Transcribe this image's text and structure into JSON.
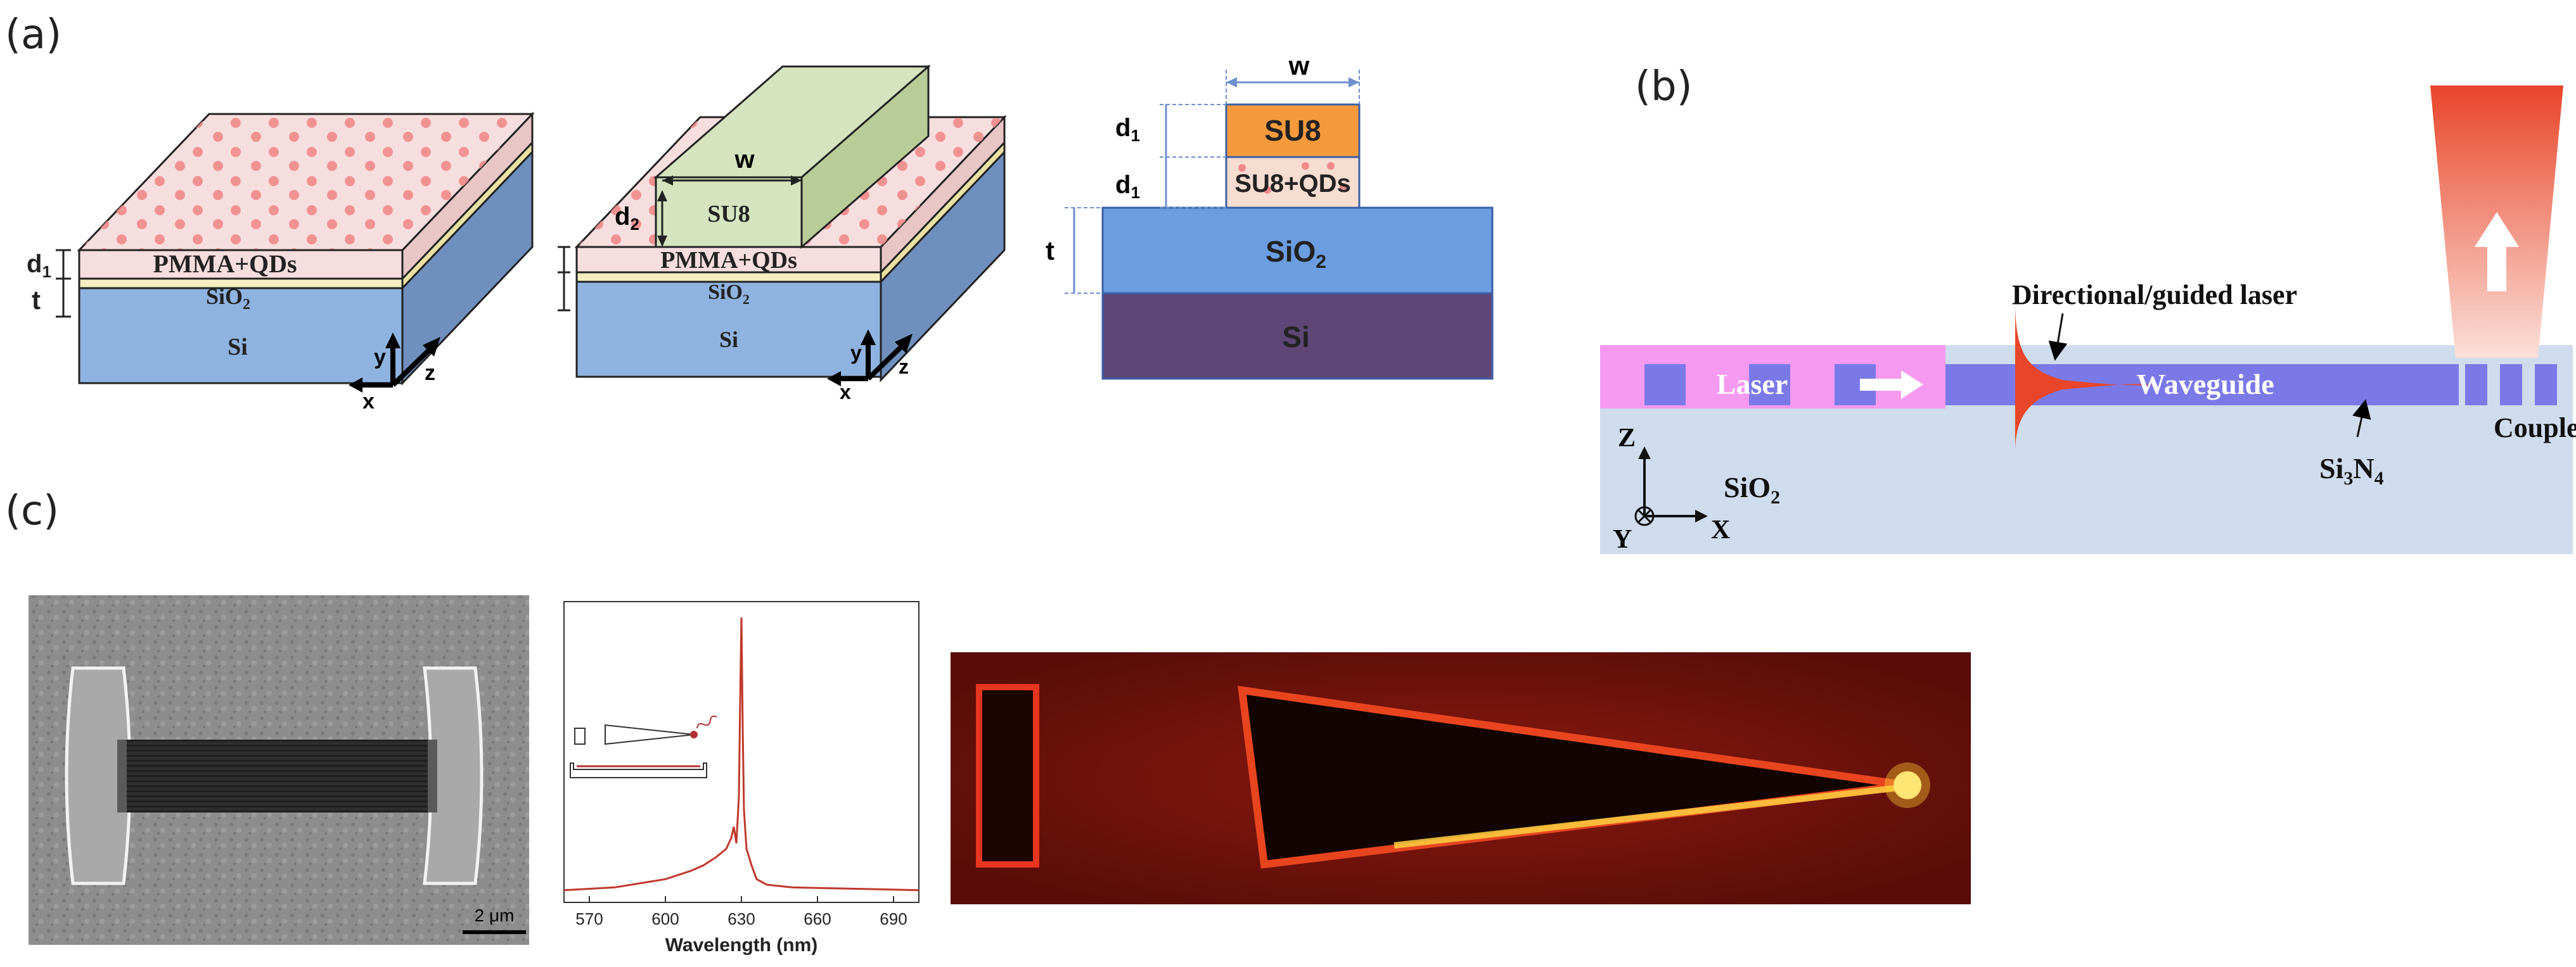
{
  "panels": {
    "a": {
      "label": "(a)"
    },
    "b": {
      "label": "(b)"
    },
    "c": {
      "label": "(c)"
    }
  },
  "stack1": {
    "top_layer": "PMMA+QDs",
    "middle_layer": "SiO2",
    "middle_sub": "2",
    "middle_base": "SiO",
    "bottom_layer": "Si",
    "d_label": "d",
    "d_sub": "1",
    "t_label": "t",
    "axis_x": "x",
    "axis_y": "y",
    "axis_z": "z"
  },
  "stack2": {
    "ridge_layer": "SU8",
    "w_label": "w",
    "d_label": "d",
    "d_sub": "2",
    "top_layer": "PMMA+QDs",
    "middle_base": "SiO",
    "middle_sub": "2",
    "bottom_layer": "Si",
    "axis_x": "x",
    "axis_y": "y",
    "axis_z": "z"
  },
  "cross_section": {
    "w_label": "w",
    "top": "SU8",
    "mid": "SU8+QDs",
    "substrate_base": "SiO",
    "substrate_sub": "2",
    "bottom": "Si",
    "d_label": "d",
    "d_sub": "1",
    "t_label": "t"
  },
  "panel_b": {
    "annotation": "Directional/guided laser",
    "laser": "Laser",
    "waveguide": "Waveguide",
    "coupler": "Coupler",
    "material_base": "Si",
    "material_sub3": "3",
    "material_n": "N",
    "material_sub4": "4",
    "cladding_base": "SiO",
    "cladding_sub": "2",
    "axis_z": "Z",
    "axis_y": "Y",
    "axis_x": "X"
  },
  "panel_c": {
    "sem_scale": "2 μm",
    "spectrum": {
      "xlabel": "Wavelength (nm)",
      "ticks": [
        "570",
        "600",
        "630",
        "660",
        "690"
      ]
    }
  },
  "chart_data": {
    "type": "line",
    "title": "",
    "xlabel": "Wavelength (nm)",
    "ylabel": "",
    "xlim": [
      560,
      700
    ],
    "x_ticks": [
      570,
      600,
      630,
      660,
      690
    ],
    "series": [
      {
        "x": [
          560,
          580,
          600,
          610,
          615,
          620,
          624,
          626,
          627,
          628,
          629,
          629.5,
          630,
          630.5,
          631,
          632,
          634,
          636,
          640,
          650,
          700
        ],
        "y": [
          0.01,
          0.02,
          0.05,
          0.08,
          0.1,
          0.13,
          0.16,
          0.2,
          0.24,
          0.18,
          0.35,
          0.7,
          1.0,
          0.6,
          0.3,
          0.16,
          0.1,
          0.05,
          0.03,
          0.02,
          0.01
        ]
      }
    ],
    "colors": {
      "line": "#c0392b"
    }
  },
  "colors": {
    "si": "#8fb3e0",
    "sio2": "#f3efc0",
    "pmma": "#f7dede",
    "su8_green": "#d5e4be",
    "su8_orange": "#f59a3c",
    "sio2_blue": "#6b9de0",
    "si_purple": "#5e4776",
    "laser_pink": "#f59af0",
    "waveguide": "#7b79e8",
    "cladding": "#cfdcee",
    "red": "#e8452a"
  }
}
